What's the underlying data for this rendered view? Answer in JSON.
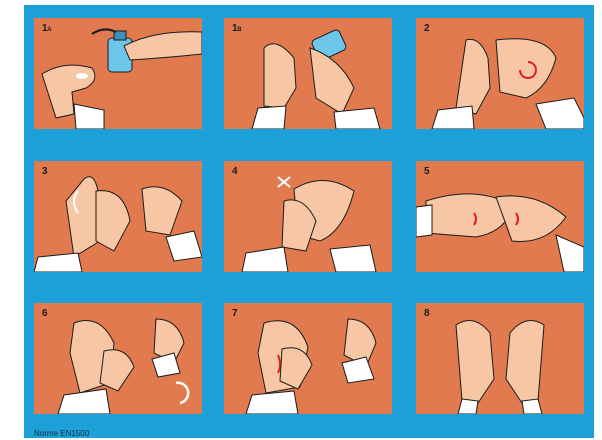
{
  "colors": {
    "frame": "#1da0d8",
    "panel": "#e17b4f",
    "skin": "#f7c7a5",
    "sleeve": "#ffffff",
    "bottle": "#6cc7ea",
    "mark": "#e21c23"
  },
  "steps": [
    {
      "num": "1",
      "sub": "A"
    },
    {
      "num": "1",
      "sub": "B"
    },
    {
      "num": "2",
      "sub": ""
    },
    {
      "num": "3",
      "sub": ""
    },
    {
      "num": "4",
      "sub": ""
    },
    {
      "num": "5",
      "sub": ""
    },
    {
      "num": "6",
      "sub": ""
    },
    {
      "num": "7",
      "sub": ""
    },
    {
      "num": "8",
      "sub": ""
    }
  ],
  "footer": "Norme EN1500"
}
